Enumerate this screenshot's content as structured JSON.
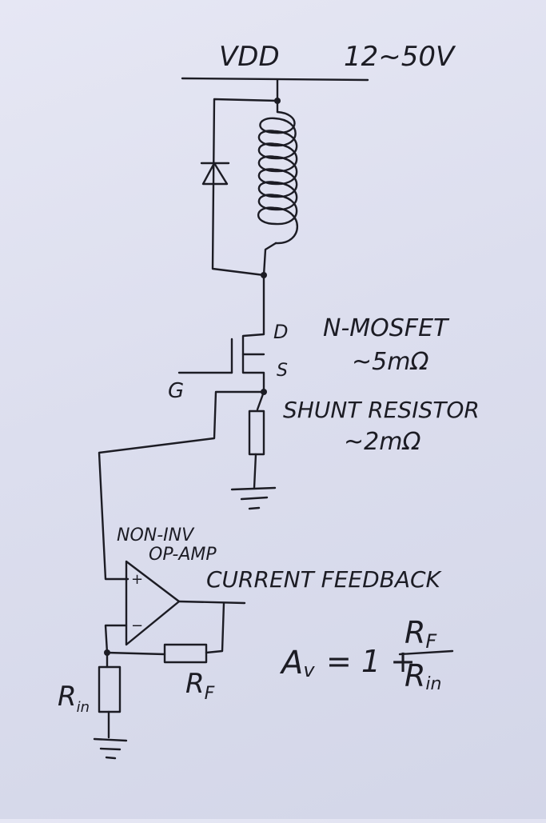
{
  "supply": {
    "label": "VDD",
    "range": "12~50V"
  },
  "mosfet": {
    "drain": "D",
    "source": "S",
    "gate": "G",
    "type": "N-MOSFET",
    "rdson": "~5mΩ"
  },
  "shunt": {
    "label": "SHUNT RESISTOR",
    "value": "~2mΩ"
  },
  "opamp": {
    "label_line1": "NON-INV",
    "label_line2": "OP-AMP",
    "plus": "+",
    "minus": "−"
  },
  "feedback_label": "CURRENT FEEDBACK",
  "resistors": {
    "rf": "R",
    "rf_sub": "F",
    "rin": "R",
    "rin_sub": "in"
  },
  "gain": {
    "av": "A",
    "av_sub": "v",
    "equals_one_plus": "= 1 +",
    "num": "R",
    "num_sub": "F",
    "den": "R",
    "den_sub": "in"
  }
}
